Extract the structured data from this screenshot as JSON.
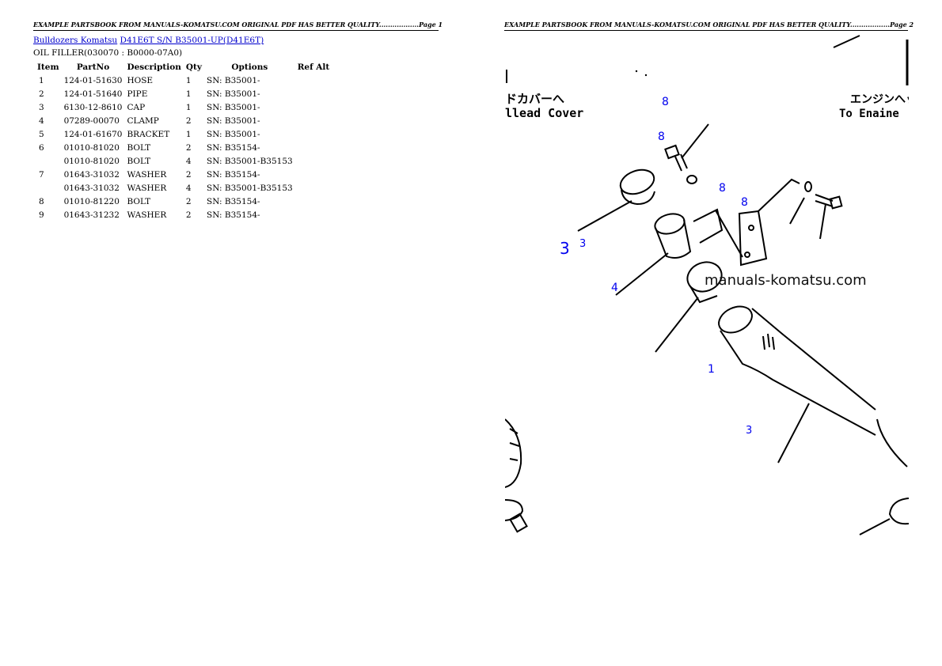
{
  "page_left": {
    "header": "EXAMPLE PARTSBOOK FROM MANUALS-KOMATSU.COM ORIGINAL PDF HAS BETTER QUALITY..................Page 1",
    "breadcrumb": {
      "link1": "Bulldozers Komatsu",
      "link2": "D41E6T S/N B35001-UP(D41E6T)"
    },
    "subtitle": "OIL FILLER(030070 : B0000-07A0)",
    "table": {
      "headers": [
        "Item",
        "PartNo",
        "Description",
        "Qty",
        "Options",
        "Ref Alt"
      ],
      "rows": [
        [
          "1",
          "124-01-51630",
          "HOSE",
          "1",
          "SN: B35001-",
          ""
        ],
        [
          "2",
          "124-01-51640",
          "PIPE",
          "1",
          "SN: B35001-",
          ""
        ],
        [
          "3",
          "6130-12-8610",
          "CAP",
          "1",
          "SN: B35001-",
          ""
        ],
        [
          "4",
          "07289-00070",
          "CLAMP",
          "2",
          "SN: B35001-",
          ""
        ],
        [
          "5",
          "124-01-61670",
          "BRACKET",
          "1",
          "SN: B35001-",
          ""
        ],
        [
          "6",
          "01010-81020",
          "BOLT",
          "2",
          "SN: B35154-",
          ""
        ],
        [
          "",
          "01010-81020",
          "BOLT",
          "4",
          "SN: B35001-B35153",
          ""
        ],
        [
          "7",
          "01643-31032",
          "WASHER",
          "2",
          "SN: B35154-",
          ""
        ],
        [
          "",
          "01643-31032",
          "WASHER",
          "4",
          "SN: B35001-B35153",
          ""
        ],
        [
          "8",
          "01010-81220",
          "BOLT",
          "2",
          "SN: B35154-",
          ""
        ],
        [
          "9",
          "01643-31232",
          "WASHER",
          "2",
          "SN: B35154-",
          ""
        ]
      ]
    }
  },
  "page_right": {
    "header": "EXAMPLE PARTSBOOK FROM MANUALS-KOMATSU.COM ORIGINAL PDF HAS BETTER QUALITY..................Page 2",
    "diagram": {
      "text_jp_left": "ドカバーへ",
      "text_en_left": "llead Cover",
      "text_jp_right": "エンジンへッ",
      "text_en_right": "To Enaine",
      "watermark": "manuals-komatsu.com",
      "callouts": {
        "c8a": "8",
        "c8b": "8",
        "c8c": "8",
        "c8d": "8",
        "c3big": "3",
        "c3small": "3",
        "c4": "4",
        "c1": "1",
        "c3b": "3"
      }
    }
  },
  "colors": {
    "link": "#0000cc",
    "callout": "#0000ee"
  }
}
